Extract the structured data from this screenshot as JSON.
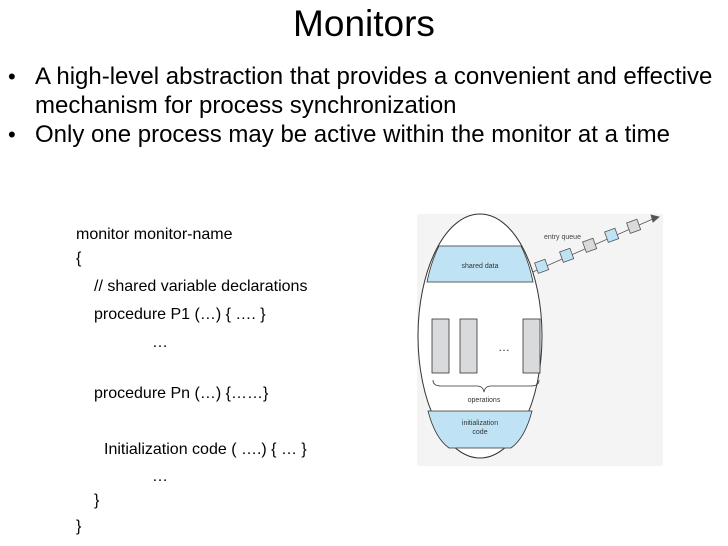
{
  "slide": {
    "title": "Monitors",
    "bullets": [
      "A high-level abstraction that provides a convenient and effective mechanism for process synchronization",
      "Only one process may be active within the monitor at a time"
    ],
    "code_lines": [
      "monitor monitor-name",
      "{",
      "// shared variable declarations",
      "procedure P1 (…) { …. }",
      "…",
      "procedure Pn (…) {……}",
      "Initialization code ( ….) { … }",
      "…",
      "}",
      "}"
    ]
  },
  "diagram": {
    "entry_queue_label": "entry queue",
    "shared_data_label": "shared data",
    "ellipsis": "…",
    "operations_label": "operations",
    "init_label_line1": "initialization",
    "init_label_line2": "code",
    "colors": {
      "box_fill": "#bfe3f4",
      "proc_fill": "#d9dadc",
      "queue_fill": "#bfe3f4",
      "queue_gray": "#d9dadc"
    }
  }
}
